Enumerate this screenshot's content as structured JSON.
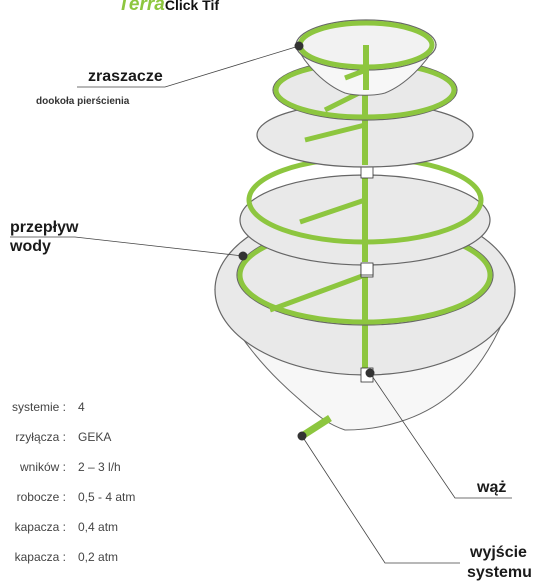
{
  "brand": {
    "accent": "Terra",
    "rest": "Click Tif"
  },
  "labels": {
    "sprinklers": "zraszacze",
    "sprinklers_sub": "dookoła pierścienia",
    "flow_line1": "przepływ",
    "flow_line2": "wody",
    "hose": "wąż",
    "outlet_line1": "wyjście",
    "outlet_line2": "systemu"
  },
  "specs": [
    {
      "label": "systemie :",
      "value": "4"
    },
    {
      "label": "rzyłącza :",
      "value": "GEKA"
    },
    {
      "label": "wników :",
      "value": "2 – 3 l/h"
    },
    {
      "label": "robocze :",
      "value": "0,5 - 4 atm"
    },
    {
      "label": "kapacza :",
      "value": "0,4 atm"
    },
    {
      "label": "kapacza :",
      "value": "0,2 atm"
    }
  ],
  "colors": {
    "pipe": "#8dc63f",
    "pipe_edge": "#4e7a16",
    "bowl": "#e9e9e9",
    "outline": "#555555"
  }
}
